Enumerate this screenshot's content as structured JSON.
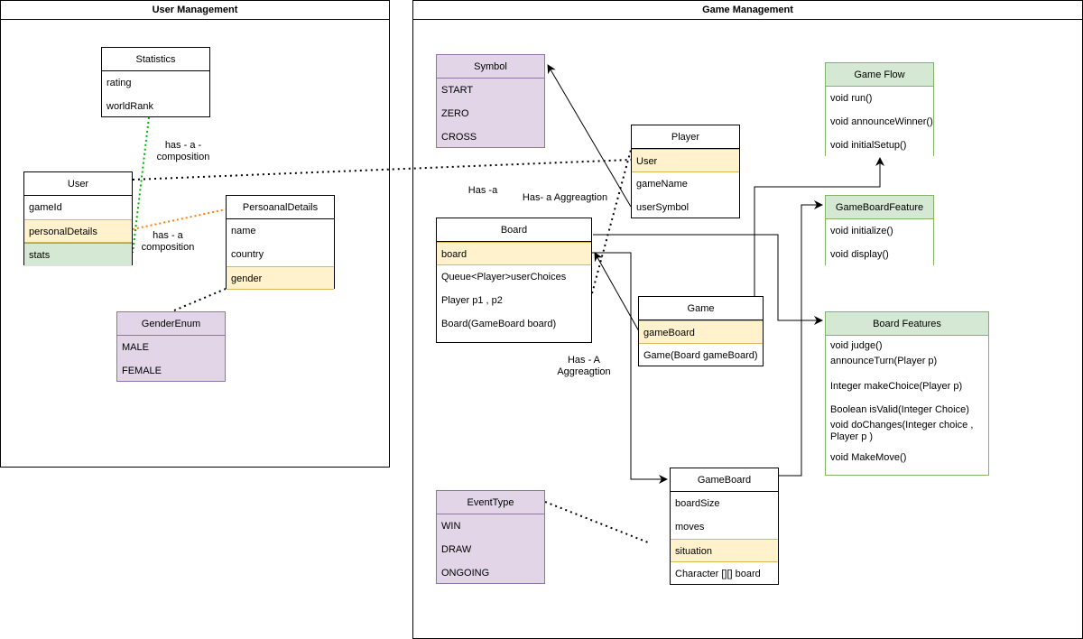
{
  "containers": {
    "user_management": "User Management",
    "game_management": "Game Management"
  },
  "classes": {
    "statistics": {
      "name": "Statistics",
      "fields": [
        "rating",
        "worldRank"
      ]
    },
    "user": {
      "name": "User",
      "fields": [
        "gameId",
        "personalDetails",
        "stats"
      ]
    },
    "personal_details": {
      "name": "PersoanalDetails",
      "fields": [
        "name",
        "country",
        "gender"
      ]
    },
    "gender_enum": {
      "name": "GenderEnum",
      "fields": [
        "MALE",
        "FEMALE"
      ]
    },
    "symbol": {
      "name": "Symbol",
      "fields": [
        "START",
        "ZERO",
        "CROSS"
      ]
    },
    "player": {
      "name": "Player",
      "fields": [
        "User",
        "gameName",
        "userSymbol"
      ]
    },
    "board": {
      "name": "Board",
      "fields": [
        "board",
        "Queue<Player>userChoices",
        "Player p1 , p2",
        "Board(GameBoard board)"
      ]
    },
    "game": {
      "name": "Game",
      "fields": [
        "gameBoard",
        "Game(Board gameBoard)"
      ]
    },
    "game_flow": {
      "name": "Game Flow",
      "fields": [
        "void run()",
        "void announceWinner()",
        "void initialSetup()"
      ]
    },
    "game_board_feature": {
      "name": "GameBoardFeature",
      "fields": [
        "void initialize()",
        "void display()"
      ]
    },
    "board_features": {
      "name": "Board Features",
      "fields": [
        "void judge()",
        "announceTurn(Player p)",
        "Integer makeChoice(Player p)",
        "Boolean isValid(Integer Choice)",
        "void doChanges(Integer choice ,",
        "Player p )",
        "void MakeMove()"
      ]
    },
    "game_board": {
      "name": "GameBoard",
      "fields": [
        "boardSize",
        "moves",
        "situation",
        "Character [][] board"
      ]
    },
    "event_type": {
      "name": "EventType",
      "fields": [
        "WIN",
        "DRAW",
        "ONGOING"
      ]
    }
  },
  "labels": {
    "composition_1_line1": "has - a -",
    "composition_1_line2": "composition",
    "composition_2_line1": "has - a",
    "composition_2_line2": "composition",
    "has_a": "Has -a",
    "has_aggregation": "Has-  a  Aggreagtion",
    "has_a_aggregation_line1": "Has - A",
    "has_a_aggregation_line2": "Aggreagtion"
  },
  "colors": {
    "enum_fill": "#e1d5e7",
    "enum_stroke": "#9673a6",
    "feature_fill": "#d5e8d4",
    "feature_stroke": "#82b366",
    "highlight_fill": "#fff2cc",
    "highlight_stroke": "#d6b656",
    "composition_green": "#00b400",
    "composition_orange": "#ff8000"
  }
}
